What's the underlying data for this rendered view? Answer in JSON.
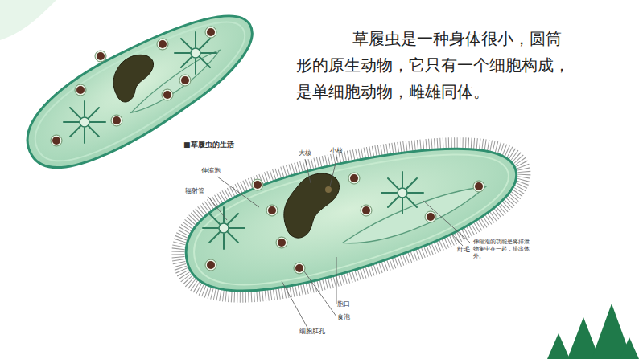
{
  "diagram": {
    "title": "■草履虫的生活",
    "labels": [
      "草履虫是一种身体很小，圆筒形的原生动物，它只有一个细胞构成，是单细胞动物，雌雄同体。",
      "大核",
      "小核",
      "伸缩泡",
      "辐射管",
      "纤毛",
      "伸缩泡的功能是将排泄物集中在一起，排出体外。",
      "胞口",
      "食泡",
      "细胞肛孔"
    ]
  }
}
